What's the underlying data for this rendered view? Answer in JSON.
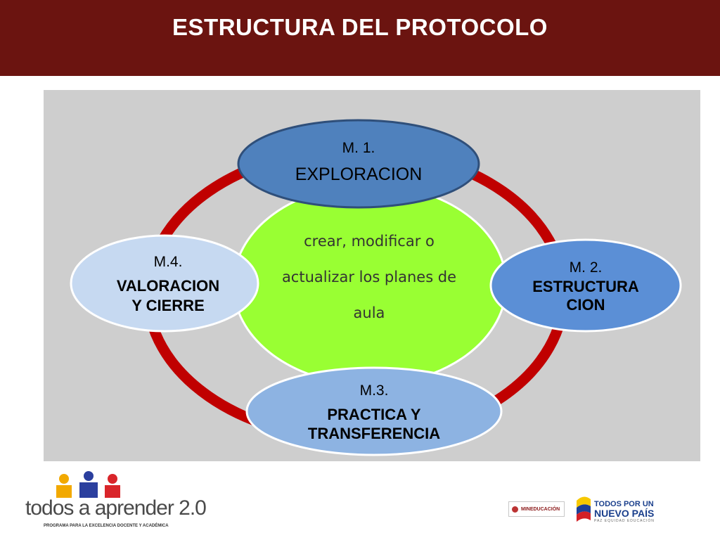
{
  "header": {
    "title": "ESTRUCTURA DEL PROTOCOLO"
  },
  "diagram": {
    "center": {
      "line1": "crear, modificar o",
      "line2": "actualizar los planes de",
      "line3": "aula"
    },
    "modules": [
      {
        "code": "M. 1.",
        "name": "EXPLORACION"
      },
      {
        "code": "M. 2.",
        "name_line1": "ESTRUCTURA",
        "name_line2": "CION"
      },
      {
        "code": "M.3.",
        "name_line1": "PRACTICA Y",
        "name_line2": "TRANSFERENCIA"
      },
      {
        "code": "M.4.",
        "name_line1": "VALORACION",
        "name_line2": "Y CIERRE"
      }
    ],
    "colors": {
      "ring": "#c00000",
      "center": "#99ff33",
      "m1": "#4f81bd",
      "m2": "#5b8fd6",
      "m3": "#8db3e2",
      "m4": "#c6d9f1"
    }
  },
  "footer": {
    "brand": "todos a aprender 2.0",
    "brand_sub": "PROGRAMA PARA LA EXCELENCIA DOCENTE Y ACADÉMICA",
    "ministry": "MINEDUCACIÓN",
    "slogan_line1": "TODOS POR UN",
    "slogan_line2": "NUEVO PAÍS",
    "slogan_line3": "PAZ  EQUIDAD  EDUCACIÓN"
  }
}
